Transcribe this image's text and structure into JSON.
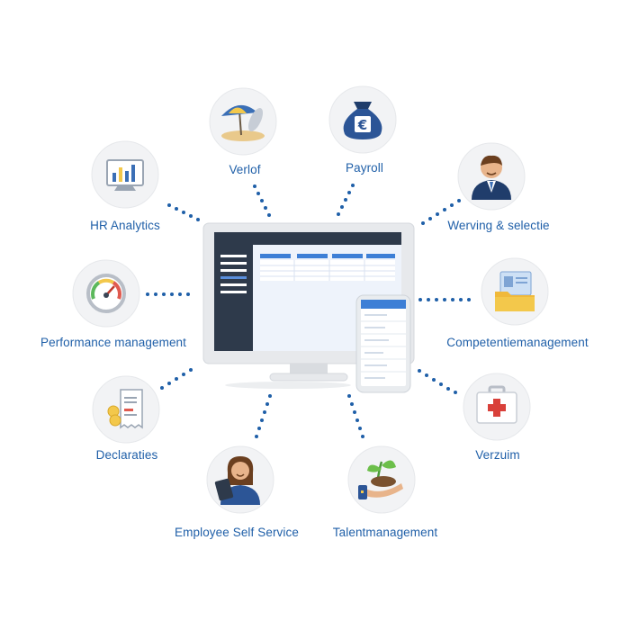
{
  "modules": [
    {
      "id": "verlof",
      "label": "Verlof",
      "icon": "beach-umbrella-icon"
    },
    {
      "id": "payroll",
      "label": "Payroll",
      "icon": "euro-money-bag-icon"
    },
    {
      "id": "hr-analytics",
      "label": "HR Analytics",
      "icon": "bar-chart-monitor-icon"
    },
    {
      "id": "werving",
      "label": "Werving & selectie",
      "icon": "recruiter-person-icon"
    },
    {
      "id": "performance",
      "label": "Performance management",
      "icon": "gauge-icon"
    },
    {
      "id": "competentie",
      "label": "Competentiemanagement",
      "icon": "id-card-folder-icon"
    },
    {
      "id": "declaraties",
      "label": "Declaraties",
      "icon": "receipt-coins-icon"
    },
    {
      "id": "verzuim",
      "label": "Verzuim",
      "icon": "first-aid-kit-icon"
    },
    {
      "id": "ess",
      "label": "Employee Self Service",
      "icon": "woman-tablet-icon"
    },
    {
      "id": "talent",
      "label": "Talentmanagement",
      "icon": "plant-sprout-hand-icon"
    }
  ],
  "colors": {
    "label": "#1f5fa8",
    "dots": "#1f5fa8",
    "circle": "#f2f3f5",
    "monitor_frame": "#e7e9ec",
    "screen_sidebar": "#2e3a4b",
    "table_header": "#3d7fd6"
  }
}
